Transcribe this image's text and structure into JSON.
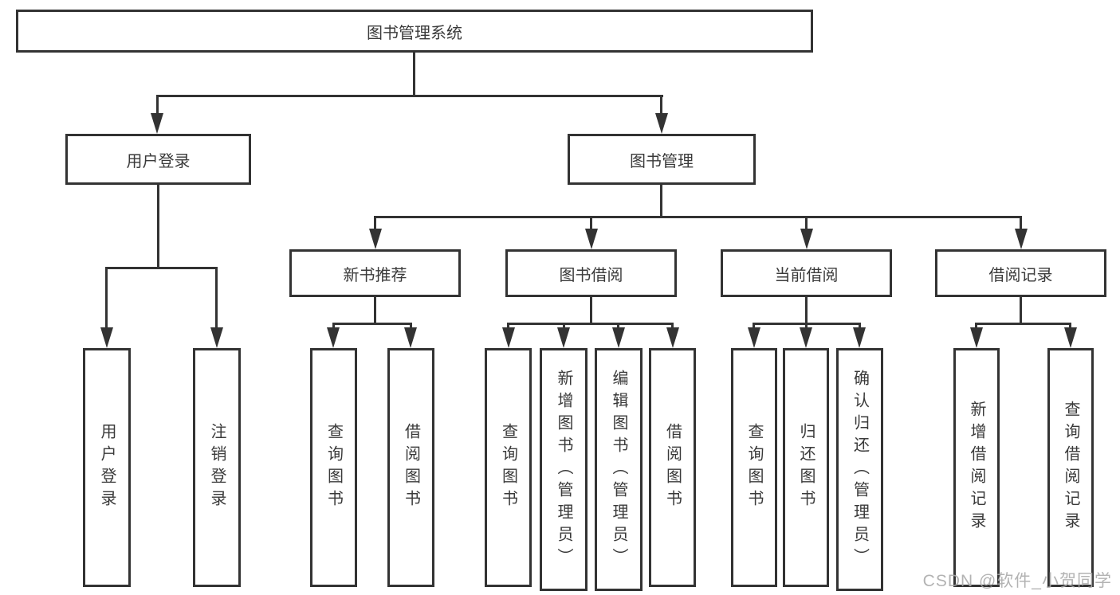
{
  "tree": {
    "root": "图书管理系统",
    "branches": [
      {
        "label": "用户登录",
        "children": [
          "用户登录",
          "注销登录"
        ]
      },
      {
        "label": "图书管理",
        "children": [
          {
            "label": "新书推荐",
            "children": [
              "查询图书",
              "借阅图书"
            ]
          },
          {
            "label": "图书借阅",
            "children": [
              "查询图书",
              "新增图书（管理员）",
              "编辑图书（管理员）",
              "借阅图书"
            ]
          },
          {
            "label": "当前借阅",
            "children": [
              "查询图书",
              "归还图书",
              "确认归还（管理员）"
            ]
          },
          {
            "label": "借阅记录",
            "children": [
              "新增借阅记录",
              "查询借阅记录"
            ]
          }
        ]
      }
    ]
  },
  "watermark": "CSDN @软件_小贺同学",
  "colors": {
    "line": "#333333",
    "text": "#3a3a3a",
    "watermark": "#a8a8a8",
    "background": "#ffffff"
  }
}
